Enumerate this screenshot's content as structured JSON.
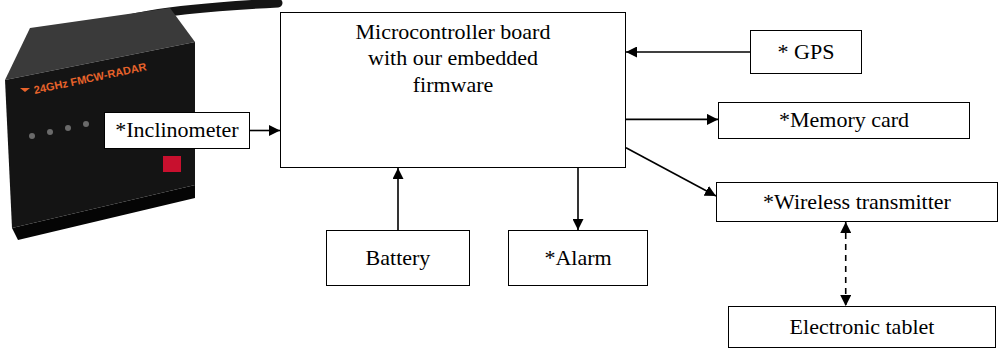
{
  "diagram": {
    "nodes": [
      {
        "text": [
          "Microcontroller board with our embedded firmware"
        ]
      },
      {
        "text": [
          "* GPS"
        ]
      },
      {
        "text": [
          "*Inclinometer"
        ]
      },
      {
        "text": [
          "*Memory card"
        ]
      },
      {
        "text": [
          "*Wireless transmitter"
        ]
      },
      {
        "text": [
          "Battery"
        ]
      },
      {
        "text": [
          "*Alarm"
        ]
      },
      {
        "text": [
          "Electronic tablet"
        ]
      }
    ],
    "edges": [
      {
        "from": 2,
        "to": 0,
        "arrow": "to"
      },
      {
        "from": 1,
        "to": 0,
        "arrow": "to"
      },
      {
        "from": 0,
        "to": 3,
        "arrow": "to"
      },
      {
        "from": 5,
        "to": 0,
        "arrow": "to"
      },
      {
        "from": 0,
        "to": 6,
        "arrow": "to"
      },
      {
        "from": 0,
        "to": 4,
        "arrow": "to"
      },
      {
        "from": 4,
        "to": 7,
        "arrow": "both"
      }
    ],
    "labels": [
      "24GHz FMCW-RADAR"
    ]
  }
}
